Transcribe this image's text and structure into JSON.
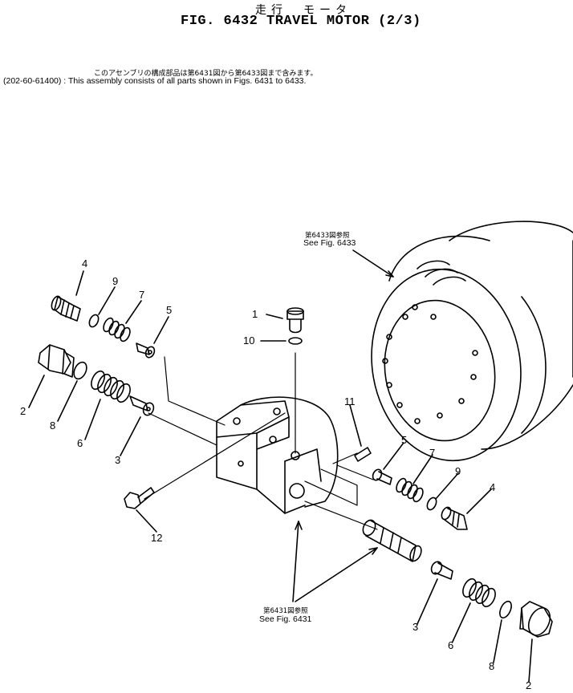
{
  "header": {
    "title_jp": "走行　モータ",
    "title": "FIG. 6432  TRAVEL  MOTOR  (2/3)"
  },
  "note": {
    "jp": "このアセンブリの構成部品は第6431図から第6433図まで含みます。",
    "en": "(202-60-61400) : This assembly consists of all parts shown in Figs. 6431 to 6433."
  },
  "references": {
    "fig6433": {
      "jp": "第6433図参照",
      "en": "See Fig. 6433"
    },
    "fig6431": {
      "jp": "第6431図参照",
      "en": "See Fig. 6431"
    }
  },
  "callouts": [
    "4",
    "9",
    "7",
    "5",
    "1",
    "10",
    "2",
    "8",
    "6",
    "3",
    "11",
    "12",
    "5",
    "7",
    "9",
    "4",
    "3",
    "6",
    "8",
    "2"
  ]
}
